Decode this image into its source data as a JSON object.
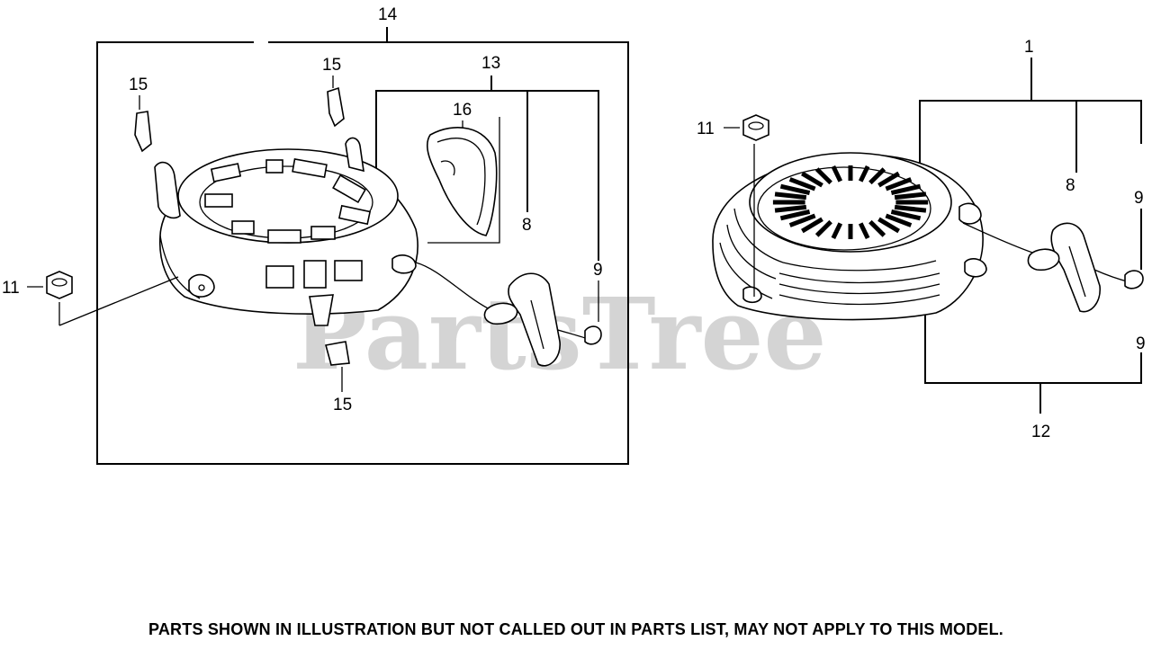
{
  "watermark": "PartsTree",
  "callouts": {
    "left_assembly": "14",
    "left_handle_group": "13",
    "left_insert": "16",
    "left_grip": "8",
    "left_rope": "9",
    "left_nut": "11",
    "left_clip_top_left": "15",
    "left_clip_top_mid": "15",
    "left_clip_bottom": "15",
    "right_assembly": "1",
    "right_grip": "8",
    "right_rope_top": "9",
    "right_rope_bottom": "9",
    "right_nut": "11",
    "right_group": "12"
  },
  "footer_note": "PARTS SHOWN IN ILLUSTRATION BUT NOT CALLED OUT IN PARTS LIST, MAY NOT APPLY TO THIS MODEL."
}
